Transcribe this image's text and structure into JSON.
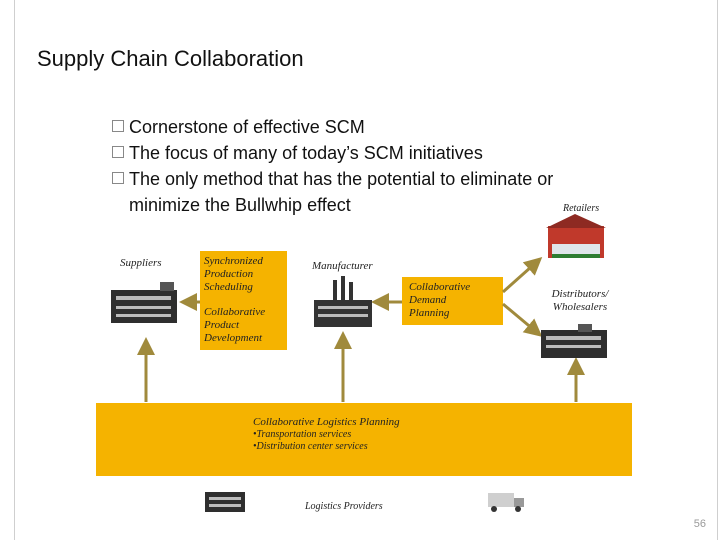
{
  "slide": {
    "title": "Supply Chain Collaboration",
    "bullets": [
      "Cornerstone of effective SCM",
      "The focus of many of today’s SCM initiatives",
      "The only method that has the potential to eliminate or minimize the Bullwhip effect"
    ],
    "page_number": "56"
  },
  "diagram": {
    "suppliers": "Suppliers",
    "manufacturer": "Manufacturer",
    "retailers": "Retailers",
    "distributors_line1": "Distributors/",
    "distributors_line2": "Wholesalers",
    "logistics_providers": "Logistics Providers",
    "box1_line1": "Synchronized",
    "box1_line2": "Production",
    "box1_line3": "Scheduling",
    "box1_line4": "Collaborative",
    "box1_line5": "Product",
    "box1_line6": "Development",
    "box2_line1": "Collaborative",
    "box2_line2": "Demand",
    "box2_line3": "Planning",
    "bottom_title": "Collaborative Logistics Planning",
    "bottom_item1": "•Transportation services",
    "bottom_item2": "•Distribution center services",
    "colors": {
      "box": "#f5b300",
      "arrow": "#a08a3c"
    }
  }
}
